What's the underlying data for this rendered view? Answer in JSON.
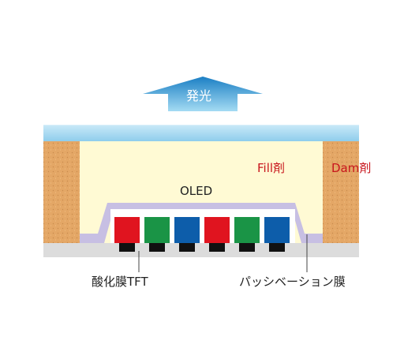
{
  "labels": {
    "light": "発光",
    "oled": "OLED",
    "fill": "Fill剤",
    "dam": "Dam剤",
    "tft": "酸化膜TFT",
    "passivation": "パッシベーション膜"
  },
  "colors": {
    "arrow_top": "#1b7fc4",
    "arrow_bottom": "#8fd0ef",
    "glass": "#a9daf2",
    "fill_material": "#fffad4",
    "dam_material": "#e4a766",
    "passivation": "#c7bfe3",
    "substrate": "#dcdcdc",
    "pixel_red": "#e0141f",
    "pixel_green": "#1a9446",
    "pixel_blue": "#0d5daa",
    "tft_black": "#111111",
    "label_red": "#c8161d",
    "text": "#222222"
  },
  "pixels": [
    "red",
    "green",
    "blue",
    "red",
    "green",
    "blue"
  ]
}
